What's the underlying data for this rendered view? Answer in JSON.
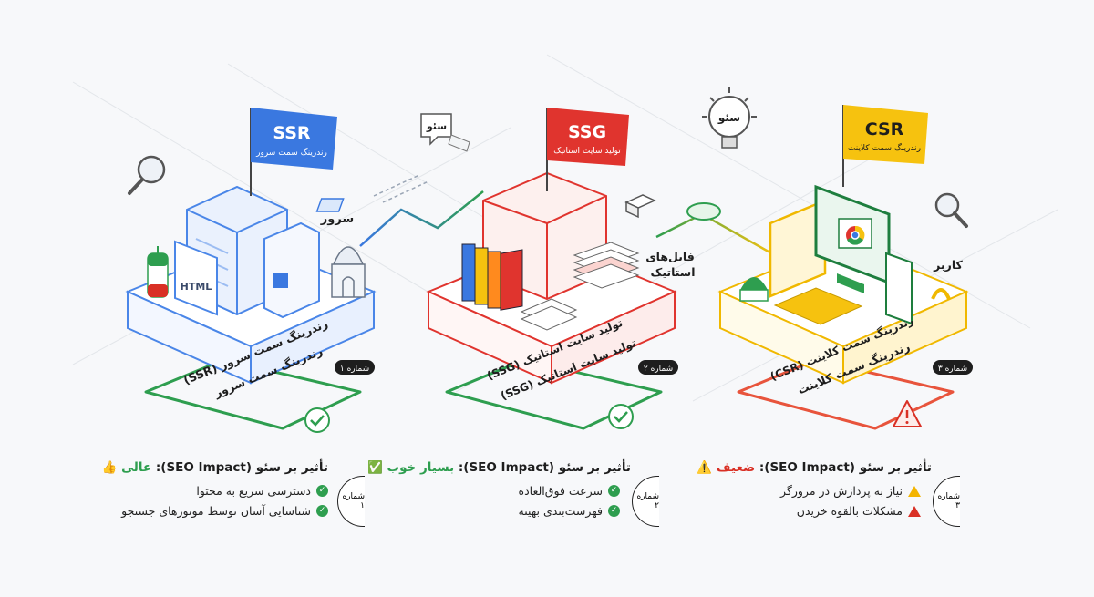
{
  "columns": [
    {
      "id": "ssr",
      "flag_title": "SSR",
      "flag_subtitle": "رندرینگ سمت سرور",
      "flag_color": "#3a78e0",
      "platform_label_1": "رندرینگ سمت سرور (SSR)",
      "platform_label_2": "رندرینگ سمت سرور",
      "badge": "شماره ۱",
      "side_label": "سرور",
      "html_label": "HTML",
      "impact_prefix": "تأثیر بر سئو (SEO Impact):",
      "impact_rating": "عالی 👍",
      "rating_color": "#2e9e4f",
      "points": [
        "دسترسی سریع به محتوا",
        "شناسایی آسان توسط موتورهای جستجو"
      ],
      "point_icons": [
        "check",
        "check"
      ],
      "pill": "شماره ۱"
    },
    {
      "id": "ssg",
      "flag_title": "SSG",
      "flag_subtitle": "تولید سایت استاتیک",
      "flag_color": "#e0342e",
      "platform_label_1": "تولید سایت استاتیک (SSG)",
      "platform_label_2": "تولید سایت استاتیک (SSG)",
      "badge": "شماره ۲",
      "side_label_1": "فایل‌های",
      "side_label_2": "استاتیک",
      "impact_prefix": "تأثیر بر سئو (SEO Impact):",
      "impact_rating": "بسیار خوب ✅",
      "rating_color": "#2e9e4f",
      "points": [
        "سرعت فوق‌العاده",
        "فهرست‌بندی بهینه"
      ],
      "point_icons": [
        "check",
        "check"
      ],
      "pill": "شماره ۲"
    },
    {
      "id": "csr",
      "flag_title": "CSR",
      "flag_subtitle": "رندرینگ سمت کلاینت",
      "flag_color": "#f6c20f",
      "platform_label_1": "رندرینگ سمت کلاینت (CSR)",
      "platform_label_2": "رندرینگ سمت کلاینت",
      "badge": "شماره ۳",
      "side_label": "کاربر",
      "impact_prefix": "تأثیر بر سئو (SEO Impact):",
      "impact_rating": "ضعیف ⚠️",
      "rating_color": "#d93025",
      "points": [
        "نیاز به پردازش در مرورگر",
        "مشکلات بالقوه خزیدن"
      ],
      "point_icons": [
        "warn",
        "warn-red"
      ],
      "pill": "شماره ۳"
    }
  ],
  "bubbles": {
    "seo_1": "سئو",
    "seo_2": "سئو"
  },
  "icons": [
    "magnifier-icon",
    "lightbulb-icon",
    "mosque-icon",
    "flag-icon",
    "chrome-icon",
    "check-icon",
    "warning-icon",
    "books-icon",
    "documents-icon",
    "server-icon",
    "monitor-icon"
  ]
}
